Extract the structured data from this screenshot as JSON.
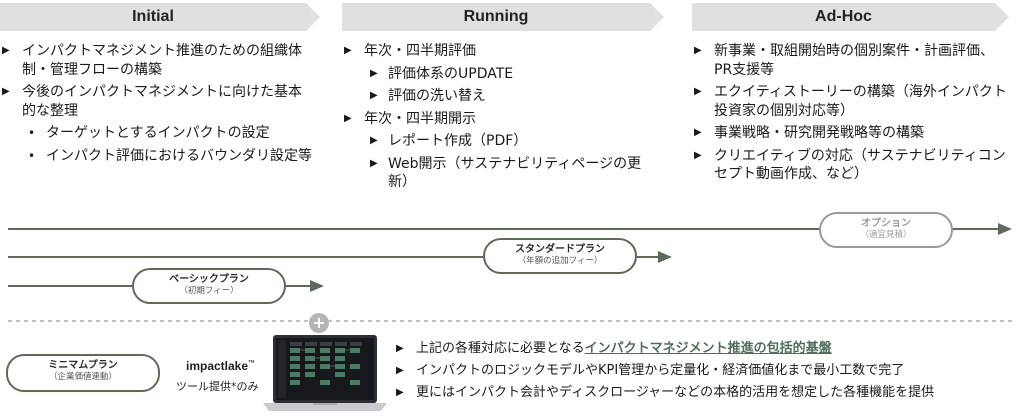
{
  "phases": [
    {
      "title": "Initial"
    },
    {
      "title": "Running"
    },
    {
      "title": "Ad-Hoc"
    }
  ],
  "initial": {
    "items": [
      {
        "text": "インパクトマネジメント推進のための組織体制・管理フローの構築"
      },
      {
        "text": "今後のインパクトマネジメントに向けた基本的な整理"
      }
    ],
    "subitems": [
      {
        "text": "ターゲットとするインパクトの設定"
      },
      {
        "text": "インパクト評価におけるバウンダリ設定等"
      }
    ]
  },
  "running": {
    "item1": "年次・四半期評価",
    "item1_subs": [
      "評価体系のUPDATE",
      "評価の洗い替え"
    ],
    "item2": "年次・四半期開示",
    "item2_subs": [
      "レポート作成（PDF）",
      "Web開示（サステナビリティページの更新）"
    ]
  },
  "adhoc": {
    "items": [
      {
        "text": "新事業・取組開始時の個別案件・計画評価、PR支援等"
      },
      {
        "text": "エクイティストーリーの構築（海外インパクト投資家の個別対応等）"
      },
      {
        "text": "事業戦略・研究開発戦略等の構築"
      },
      {
        "text": "クリエイティブの対応（サステナビリティコンセプト動画作成、など）"
      }
    ]
  },
  "plans": {
    "option": {
      "title": "オプション",
      "sub": "（適宜見積）"
    },
    "standard": {
      "title": "スタンダードプラン",
      "sub": "（年額の追加フィー）"
    },
    "basic": {
      "title": "ベーシックプラン",
      "sub": "（初期フィー）"
    },
    "minimum": {
      "title": "ミニマムプラン",
      "sub": "（企業価値連動）"
    }
  },
  "plus_symbol": "+",
  "tool": {
    "brand": "impactlake",
    "brand_mark": "™",
    "caption": "ツール提供*のみ"
  },
  "bottom": {
    "line1_prefix": "上記の各種対応に必要となる",
    "line1_highlight": "インパクトマネジメント推進の包括的基盤",
    "line2": "インパクトのロジックモデルやKPI管理から定量化・経済価値化まで最小工数で完了",
    "line3": "更にはインパクト会計やディスクロージャーなどの本格的活用を想定した各種機能を提供"
  },
  "bullet_glyph": "▶",
  "dot_glyph": "•",
  "colors": {
    "phase_bg": "#e0e0e0",
    "pill_border": "#5f6a5a",
    "option_border": "#9a9a9a",
    "highlight": "#4f6e5a",
    "line": "#5f6a5a"
  }
}
